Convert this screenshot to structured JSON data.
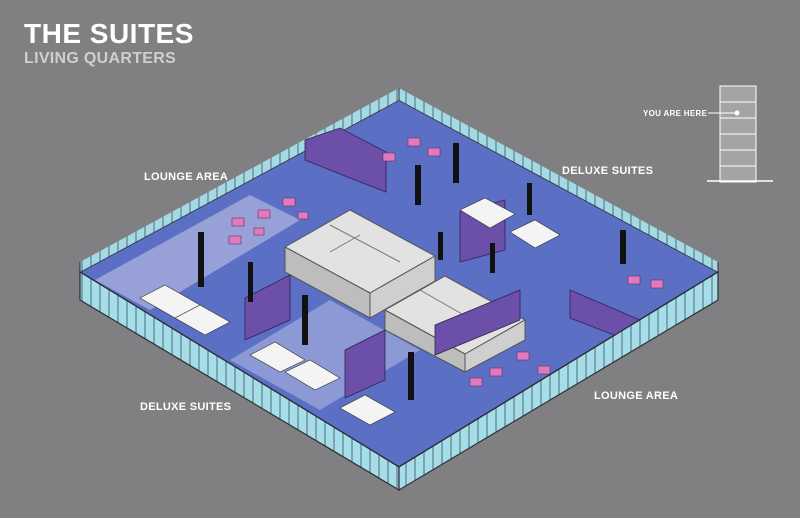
{
  "header": {
    "title": "THE SUITES",
    "subtitle": "LIVING QUARTERS"
  },
  "locator": {
    "label": "YOU ARE HERE",
    "floors": 6,
    "current_floor": 2
  },
  "zones": {
    "lounge_top": "LOUNGE AREA",
    "deluxe_top": "DELUXE SUITES",
    "deluxe_bottom": "DELUXE SUITES",
    "lounge_bottom": "LOUNGE AREA"
  },
  "colors": {
    "background": "#808082",
    "floor": "#5b6fc4",
    "glass": "#a8e4ef",
    "core_walls": "#d4d4d4",
    "shelving": "#6b4fa8",
    "lounge_chairs": "#e07ac0",
    "partitions": "#111111"
  }
}
